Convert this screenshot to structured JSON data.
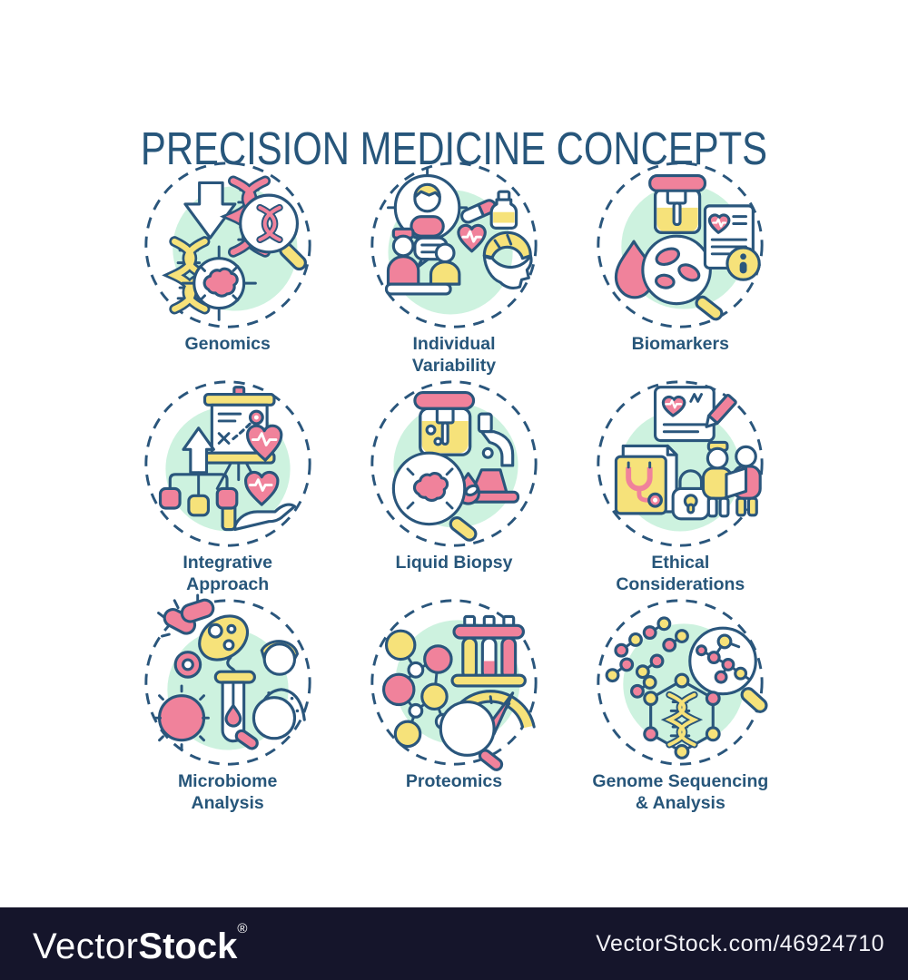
{
  "header": {
    "title": "PRECISION MEDICINE CONCEPTS"
  },
  "palette": {
    "outline_blue": "#2A567C",
    "text_blue": "#27567A",
    "pink": "#F0829B",
    "yellow": "#F6E27A",
    "mint_green": "#CDF2DF",
    "footer_bg": "#15152B",
    "watermark_gray": "#ABABAB"
  },
  "concepts": [
    {
      "id": "genomics",
      "label": "Genomics",
      "icon": "dna-magnifier-target-icon"
    },
    {
      "id": "individual-variability",
      "label": "Individual\nVariability",
      "icon": "patient-consult-target-icon"
    },
    {
      "id": "biomarkers",
      "label": "Biomarkers",
      "icon": "sample-jar-blood-drop-report-icon"
    },
    {
      "id": "integrative-approach",
      "label": "Integrative\nApproach",
      "icon": "strategy-board-heart-hand-flowchart-icon"
    },
    {
      "id": "liquid-biopsy",
      "label": "Liquid Biopsy",
      "icon": "sample-jar-microscope-magnifier-icon"
    },
    {
      "id": "ethical-considerations",
      "label": "Ethical\nConsiderations",
      "icon": "consent-document-lock-doctor-patient-icon"
    },
    {
      "id": "microbiome-analysis",
      "label": "Microbiome\nAnalysis",
      "icon": "microbes-test-tube-body-exam-icon"
    },
    {
      "id": "proteomics",
      "label": "Proteomics",
      "icon": "molecule-test-tubes-gauge-icon"
    },
    {
      "id": "genome-sequencing-analysis",
      "label": "Genome Sequencing\n& Analysis",
      "icon": "dot-plot-dna-hexagon-magnifier-icon"
    }
  ],
  "watermark": {
    "side": "vectorstock"
  },
  "footer": {
    "brand_light": "Vector",
    "brand_bold": "Stock",
    "reg": "®",
    "url": "VectorStock.com/46924710"
  }
}
